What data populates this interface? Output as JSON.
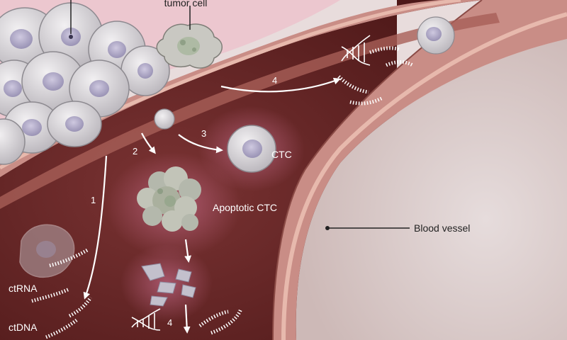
{
  "labels": {
    "tumor_cell": "tumor cell",
    "ctc": "CTC",
    "apoptotic_ctc": "Apoptotic CTC",
    "blood_vessel": "Blood vessel",
    "ctrna": "ctRNA",
    "ctdna": "ctDNA"
  },
  "steps": {
    "s1": "1",
    "s2": "2",
    "s3": "3",
    "s4a": "4",
    "s4b": "4"
  },
  "colors": {
    "background": "#e8dcdc",
    "pink_tissue": "#ecc7cf",
    "vessel_interior": "#5a2020",
    "vessel_wall": "#c98d86",
    "vessel_wall_light": "#e7b9ad",
    "outer_lumen": "#dccfcd",
    "cell_fill": "#d8d6d8",
    "nucleus": "#b3aec8",
    "arrow": "#ffffff"
  }
}
